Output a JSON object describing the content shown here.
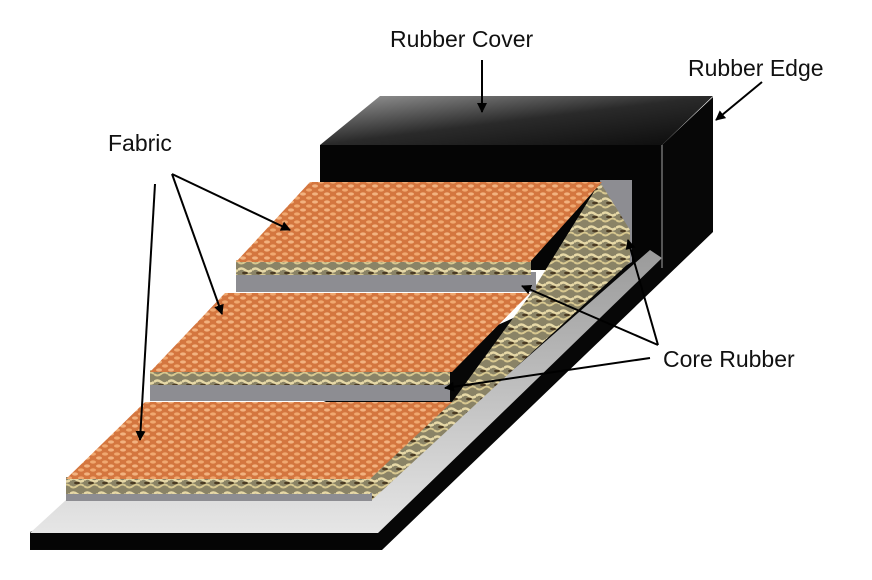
{
  "labels": {
    "rubber_cover": "Rubber Cover",
    "rubber_edge": "Rubber Edge",
    "fabric": "Fabric",
    "core_rubber": "Core Rubber"
  },
  "colors": {
    "fabric": "#d9814c",
    "fabric_weave": "#f2b27f",
    "fabric_edge": "#cdbf8c",
    "core_rubber": "#8d8d92",
    "rubber": "#0a0a0a",
    "base_top": "#c9c9c9"
  }
}
